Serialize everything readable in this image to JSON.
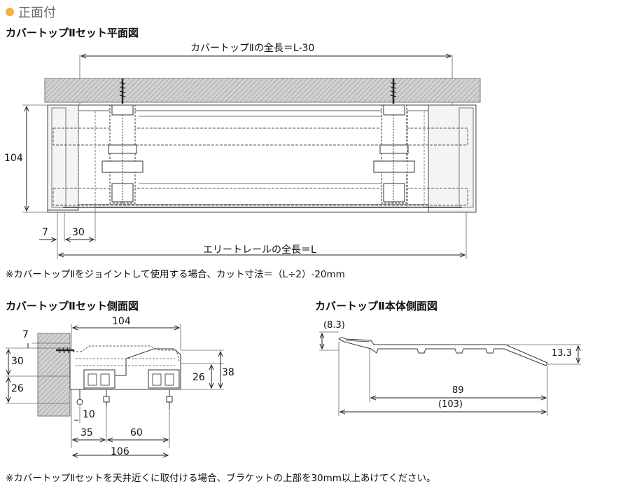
{
  "header": {
    "label": "正面付",
    "bullet_color": "#f2b342"
  },
  "plan": {
    "title": "カバートップⅡセット平面図",
    "dim_top": "カバートップⅡの全長＝L-30",
    "dim_height": "104",
    "dim_7": "7",
    "dim_30": "30",
    "dim_bottom": "エリートレールの全長＝L",
    "note": "※カバートップⅡをジョイントして使用する場合、カット寸法＝（L÷2）-20mm"
  },
  "side_set": {
    "title": "カバートップⅡセット側面図",
    "dim_104": "104",
    "dim_7": "7",
    "dim_30": "30",
    "dim_26_left": "26",
    "dim_26_right": "26",
    "dim_38": "38",
    "dim_10": "10",
    "dim_35": "35",
    "dim_60": "60",
    "dim_106": "106"
  },
  "side_body": {
    "title": "カバートップⅡ本体側面図",
    "dim_8_3": "(8.3)",
    "dim_13_3": "13.3",
    "dim_89": "89",
    "dim_103": "(103)"
  },
  "footer_note": "※カバートップⅡセットを天井近くに取付ける場合、ブラケットの上部を30mm以上あけてください。"
}
